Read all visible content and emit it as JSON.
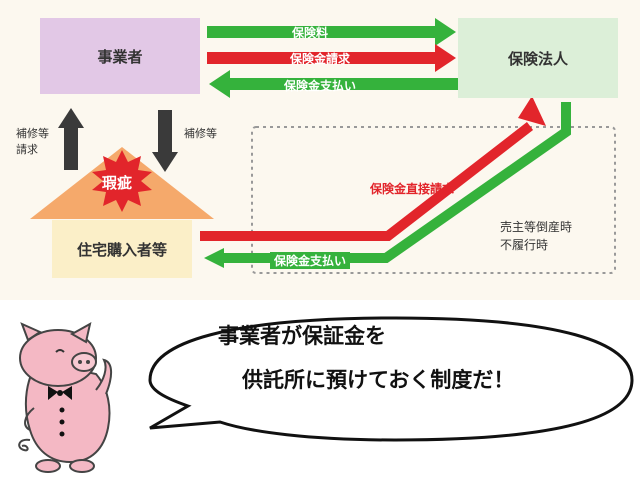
{
  "diagram": {
    "business_operator": "事業者",
    "insurance_corp": "保険法人",
    "home_buyer": "住宅購入者等",
    "defect_badge": "瑕疵",
    "flow_premium": "保険料",
    "flow_claim": "保険金請求",
    "flow_payout": "保険金支払い",
    "repair_left": [
      "補修等",
      "請求"
    ],
    "repair_right": "補修等",
    "direct_claim": "保険金直接請求",
    "direct_payout": "保険金支払い",
    "bankruptcy_note": [
      "売主等倒産時",
      "不履行時"
    ]
  },
  "speech": {
    "line1": "事業者が保証金を",
    "line2": "供託所に預けておく制度だ！"
  },
  "colors": {
    "green": "#35b23c",
    "red": "#e2252b",
    "operator_box": "#e2c8e6",
    "insurer_box": "#dcefd8",
    "buyer_box": "#fbefc8",
    "roof": "#f5a96b"
  }
}
